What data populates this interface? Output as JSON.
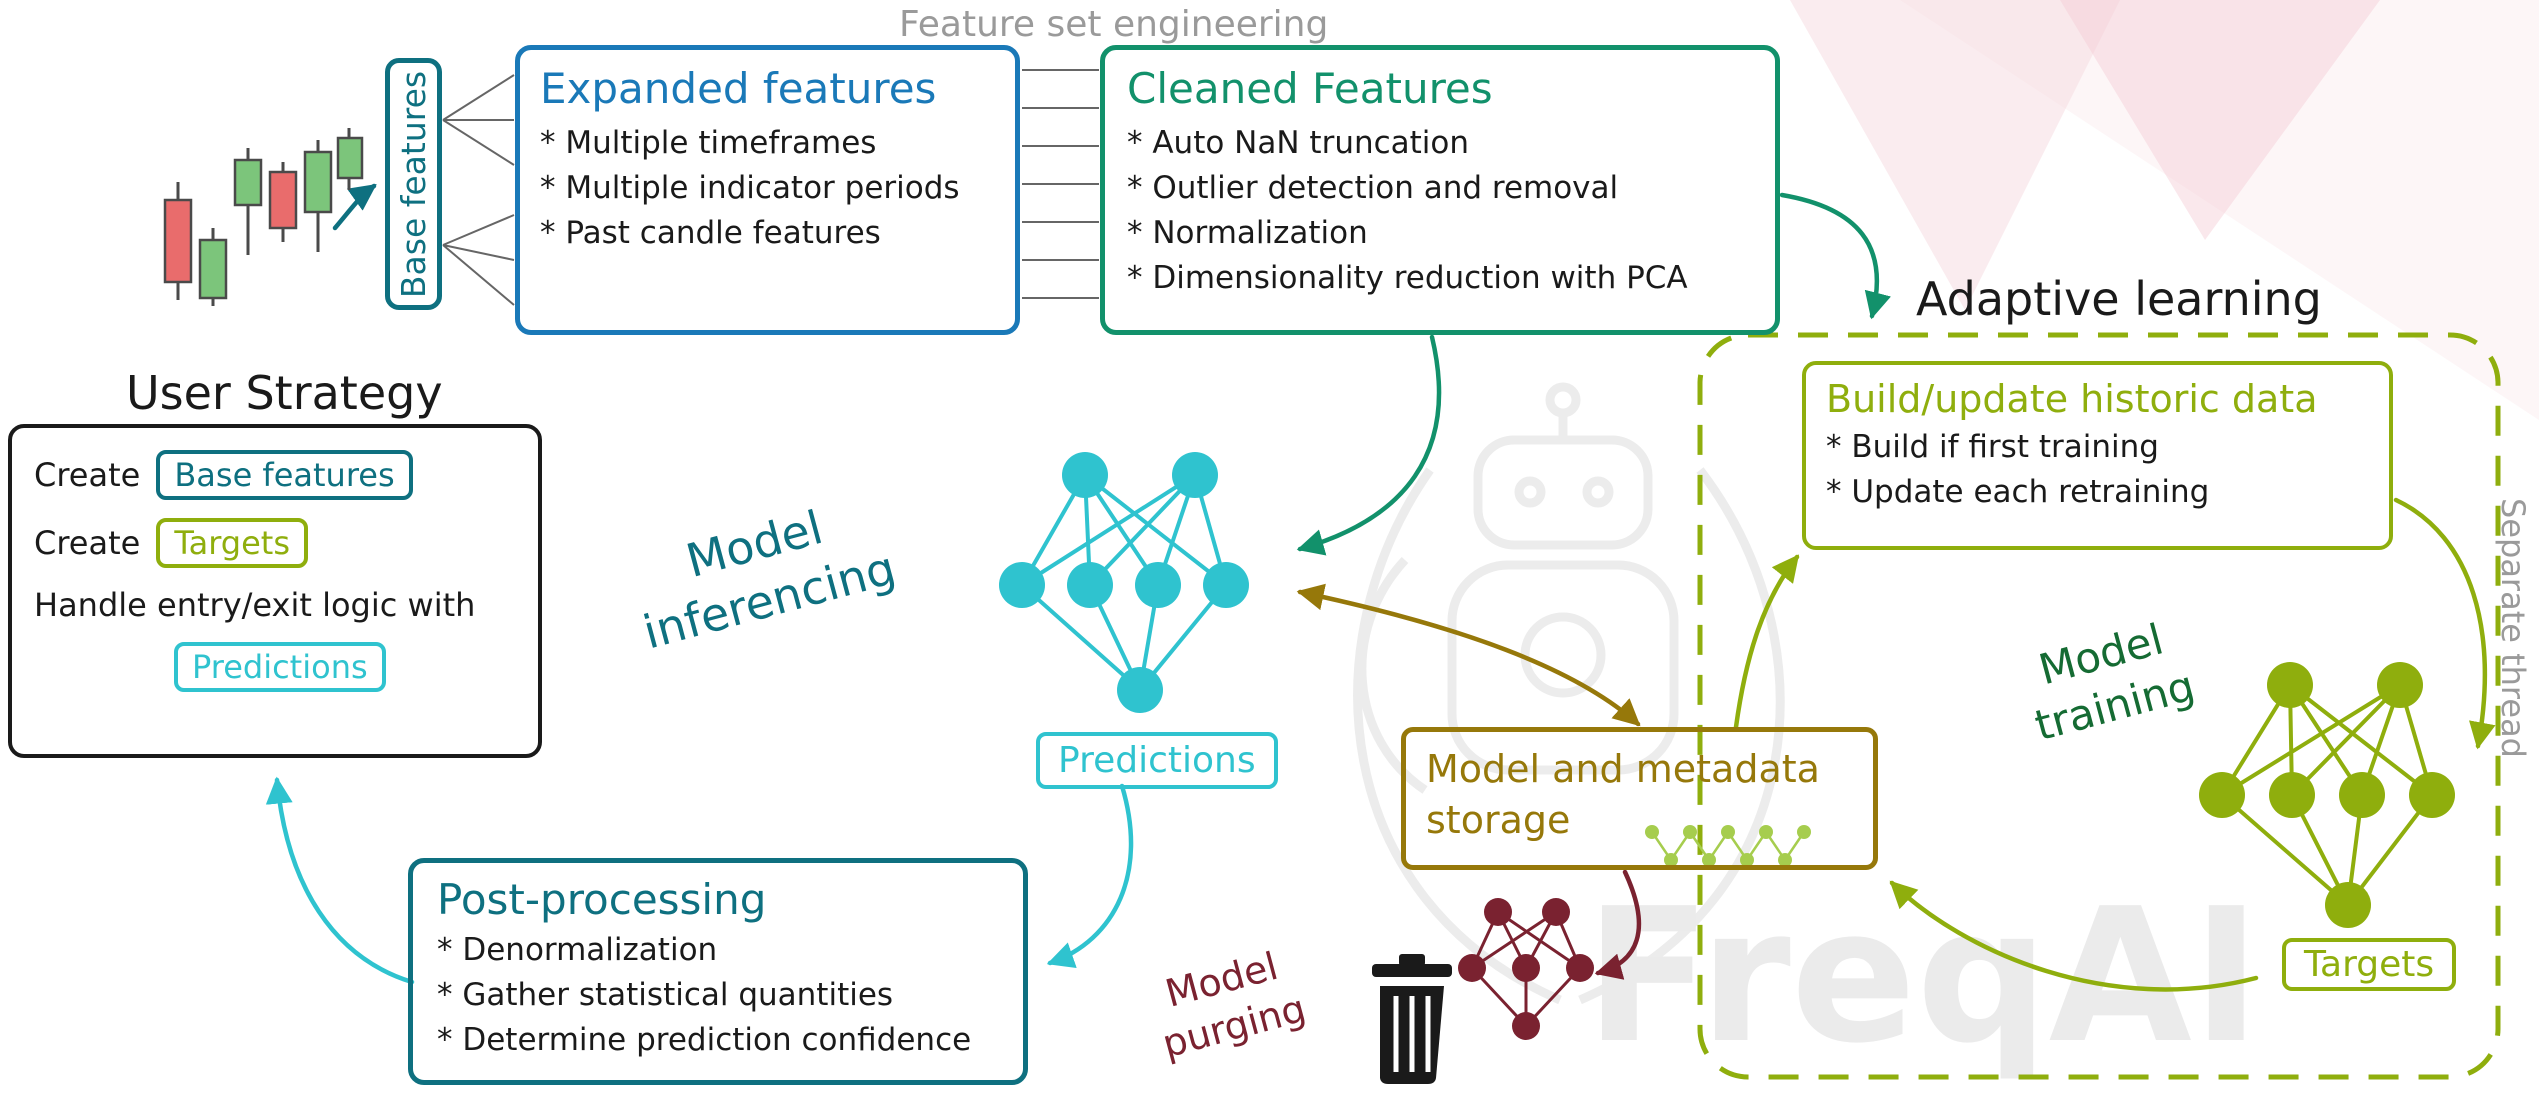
{
  "colors": {
    "blue": "#1a79b8",
    "teal": "#0e7080",
    "green": "#12916b",
    "cyan": "#2fc3cf",
    "olive": "#96780a",
    "yellow_green": "#8fae0d",
    "dark_green": "#156b33",
    "dark_red": "#7a2230",
    "gray": "#9a9a9a",
    "ink": "#1a1a1a",
    "watermark": "#ebebeb",
    "candle_red": "#e96c6c",
    "candle_green": "#7cc57b"
  },
  "labels": {
    "feature_set_engineering": "Feature set engineering",
    "adaptive_learning": "Adaptive learning",
    "separate_thread": "Separate thread",
    "user_strategy_heading": "User Strategy"
  },
  "rotated": {
    "model_inferencing_1": "Model",
    "model_inferencing_2": "inferencing",
    "model_training_1": "Model",
    "model_training_2": "training",
    "model_purging_1": "Model",
    "model_purging_2": "purging"
  },
  "boxes": {
    "base_features": {
      "title": "Base features"
    },
    "expanded": {
      "title": "Expanded features",
      "items": [
        "* Multiple timeframes",
        "* Multiple indicator periods",
        "* Past candle features"
      ]
    },
    "cleaned": {
      "title": "Cleaned Features",
      "items": [
        "* Auto NaN truncation",
        "* Outlier detection and removal",
        "* Normalization",
        "* Dimensionality reduction with PCA"
      ]
    },
    "build_update": {
      "title": "Build/update historic data",
      "items": [
        "* Build if first training",
        "* Update each retraining"
      ]
    },
    "storage": {
      "line1": "Model and metadata",
      "line2": "storage"
    },
    "post_processing": {
      "title": "Post-processing",
      "items": [
        "* Denormalization",
        "* Gather statistical quantities",
        "* Determine prediction confidence"
      ]
    },
    "user_strategy": {
      "create_label_1": "Create",
      "chip_base_features": "Base features",
      "create_label_2": "Create",
      "chip_targets": "Targets",
      "handle_text": "Handle entry/exit logic with",
      "chip_predictions": "Predictions"
    }
  },
  "chips": {
    "predictions": "Predictions",
    "targets": "Targets"
  },
  "watermark": {
    "text": "FreqAI"
  },
  "icons": {
    "candlestick_chart": "candlestick-chart-icon",
    "prediction_network": "neural-network-icon",
    "training_network": "neural-network-icon",
    "purged_network": "neural-network-icon",
    "storage_mini_network": "mini-network-icon",
    "trash": "trash-can-icon",
    "robot": "robot-watermark-icon"
  }
}
